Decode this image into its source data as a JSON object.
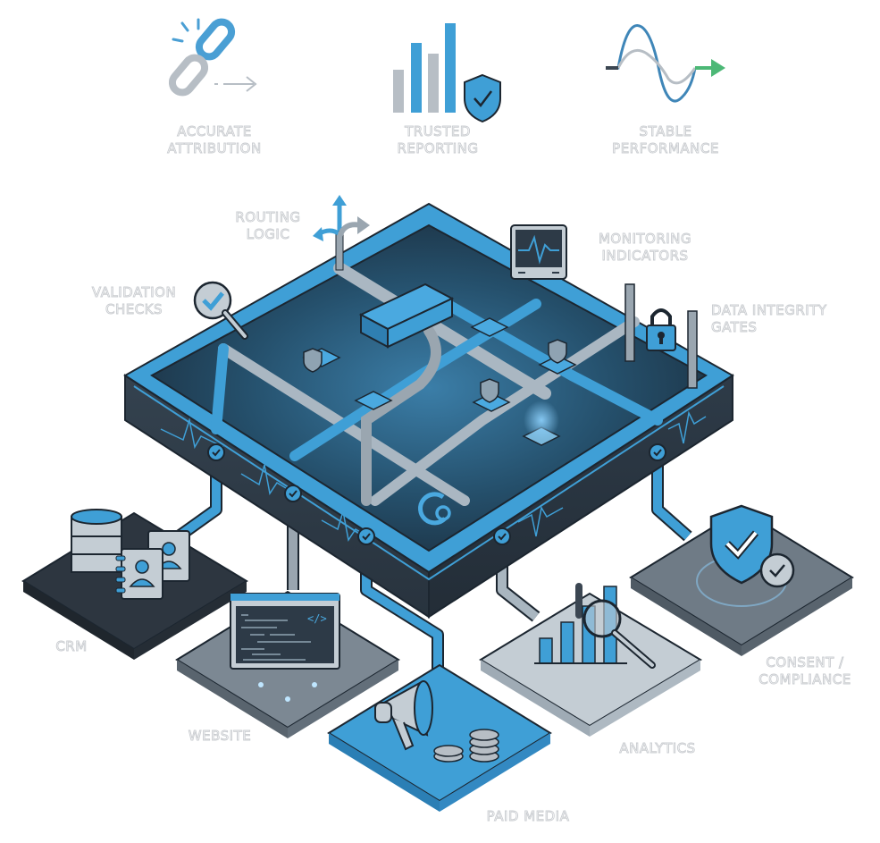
{
  "benefits": [
    {
      "id": "accurate-attribution",
      "icon": "broken-link-icon",
      "lines": [
        "ACCURATE",
        "ATTRIBUTION"
      ]
    },
    {
      "id": "trusted-reporting",
      "icon": "bar-chart-shield-icon",
      "lines": [
        "TRUSTED",
        "REPORTING"
      ]
    },
    {
      "id": "stable-performance",
      "icon": "stabilizing-wave-icon",
      "lines": [
        "STABLE",
        "PERFORMANCE"
      ]
    }
  ],
  "platform_features": [
    {
      "id": "routing-logic",
      "icon": "routing-arrows-icon",
      "lines": [
        "ROUTING",
        "LOGIC"
      ]
    },
    {
      "id": "validation-checks",
      "icon": "magnifier-check-icon",
      "lines": [
        "VALIDATION",
        "CHECKS"
      ]
    },
    {
      "id": "monitoring-indicators",
      "icon": "monitor-pulse-icon",
      "lines": [
        "MONITORING",
        "INDICATORS"
      ]
    },
    {
      "id": "data-integrity-gates",
      "icon": "padlock-gate-icon",
      "lines": [
        "DATA INTEGRITY",
        "GATES"
      ]
    }
  ],
  "platform": {
    "logo_icon": "brand-logo-icon",
    "checkpoint_icon": "shield-check-icon"
  },
  "sources": [
    {
      "id": "crm",
      "icon": "database-contacts-icon",
      "lines": [
        "CRM"
      ]
    },
    {
      "id": "website",
      "icon": "code-window-icon",
      "lines": [
        "WEBSITE"
      ]
    },
    {
      "id": "paid-media",
      "icon": "megaphone-coins-icon",
      "lines": [
        "PAID MEDIA"
      ]
    },
    {
      "id": "analytics",
      "icon": "chart-magnifier-icon",
      "lines": [
        "ANALYTICS"
      ]
    },
    {
      "id": "consent-compliance",
      "icon": "shield-check-badge-icon",
      "lines": [
        "CONSENT /",
        "COMPLIANCE"
      ]
    }
  ],
  "colors": {
    "accent_blue": "#3f9fd6",
    "deep_blue": "#2b7fb5",
    "platform_dark": "#2d3a47",
    "platform_top": "#24435a",
    "pipe_gray": "#a9b6c0",
    "outline": "#1c2630",
    "label_outline": "#c9ccd0",
    "green_arrow": "#4cb876"
  }
}
